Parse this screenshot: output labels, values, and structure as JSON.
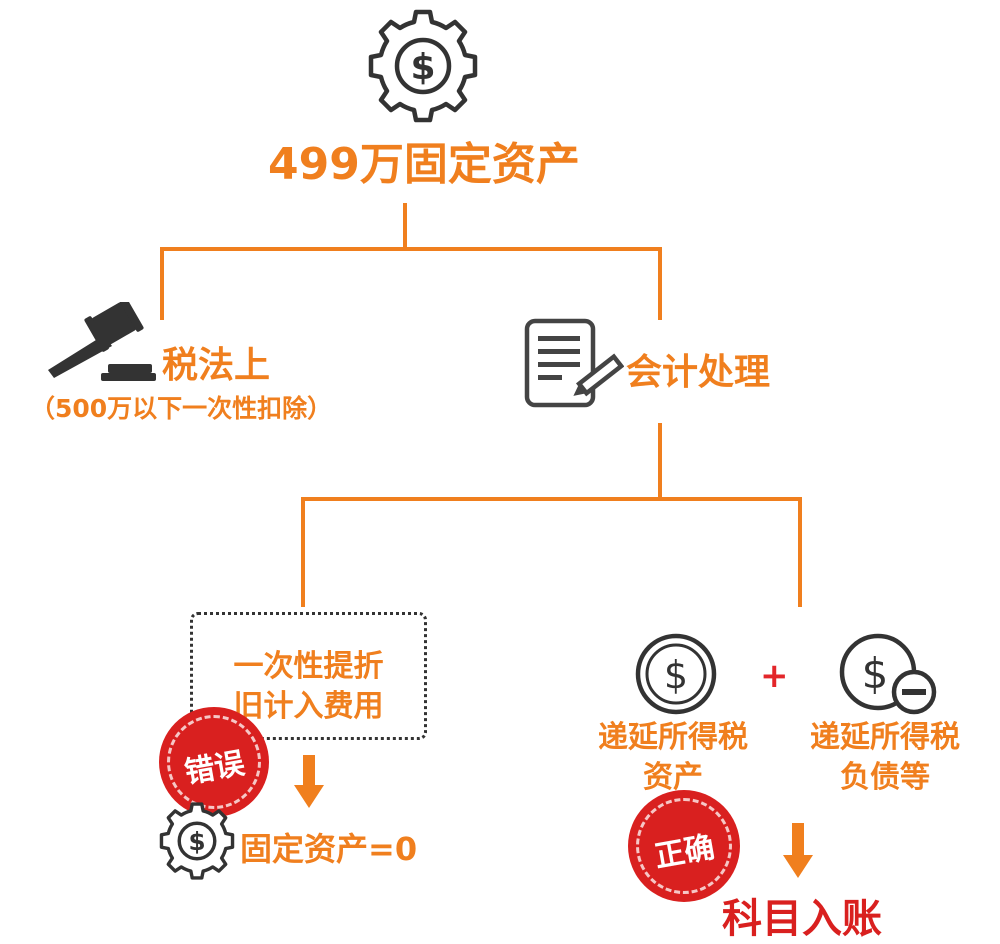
{
  "colors": {
    "accent": "#f07f1e",
    "dark": "#333333",
    "stamp_red": "#d9201f",
    "plus_red": "#e3262a"
  },
  "root": {
    "icon": "dollar-gear-icon",
    "title": "499万固定资产"
  },
  "tax_branch": {
    "icon": "gavel-icon",
    "title": "税法上",
    "subtitle": "（500万以下一次性扣除）"
  },
  "accounting_branch": {
    "icon": "document-pen-icon",
    "title": "会计处理"
  },
  "wrong_branch": {
    "box_line1": "一次性提折",
    "box_line2": "旧计入费用",
    "stamp": "错误",
    "result_icon": "dollar-gear-icon",
    "result": "固定资产=0"
  },
  "right_branch": {
    "item1_icon": "dollar-coin-icon",
    "item1_line1": "递延所得税",
    "item1_line2": "资产",
    "plus": "+",
    "item2_icon": "dollar-coin-minus-icon",
    "item2_line1": "递延所得税",
    "item2_line2": "负债等",
    "stamp": "正确",
    "result": "科目入账"
  }
}
